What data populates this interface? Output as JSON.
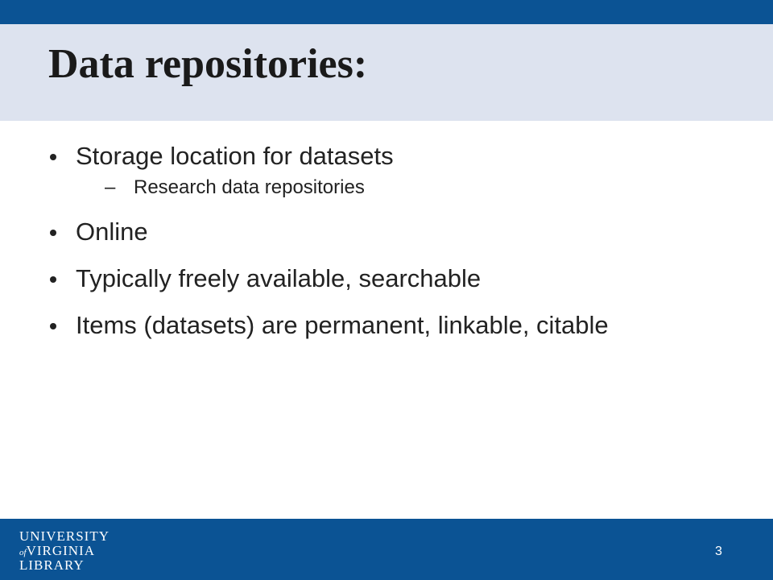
{
  "colors": {
    "top_bar": "#0b5394",
    "title_band": "#dde3ef",
    "footer_bar": "#0b5394",
    "text": "#222222"
  },
  "slide": {
    "title": "Data repositories:",
    "bullets": [
      {
        "text": "Storage location for datasets",
        "sub": [
          "Research data repositories"
        ]
      },
      {
        "text": "Online",
        "sub": []
      },
      {
        "text": "Typically freely available, searchable",
        "sub": []
      },
      {
        "text": "Items (datasets) are permanent, linkable, citable",
        "sub": []
      }
    ],
    "bullet_marker": "•",
    "sub_marker": "–"
  },
  "footer": {
    "logo": {
      "line1": "UNIVERSITY",
      "of": "of",
      "line2": "VIRGINIA",
      "line3": "LIBRARY"
    },
    "slide_number": "3"
  }
}
